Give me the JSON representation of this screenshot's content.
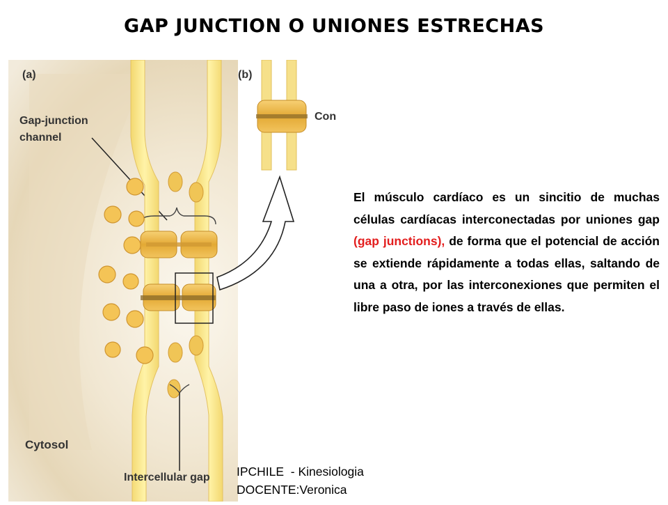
{
  "title": "GAP JUNCTION O UNIONES ESTRECHAS",
  "figure": {
    "panel_a": "(a)",
    "panel_b": "(b)",
    "gap_junction_line1": "Gap-junction",
    "gap_junction_line2": "channel",
    "connexon": "Connexon",
    "cytosol": "Cytosol",
    "intercellular_gap": "Intercellular gap"
  },
  "paragraph": {
    "part1": "El músculo cardíaco es un sincitio de muchas células cardíacas interconectadas por uniones gap ",
    "highlight": "(gap junctions),",
    "part2": " de forma que el potencial de acción se extiende  rápidamente a todas ellas, saltando de una a otra,  por las interconexiones que permiten el libre paso de iones a través de ellas."
  },
  "footer": {
    "line1": "IPCHILE  - Kinesiologia",
    "line2": "DOCENTE:Veronica"
  },
  "colors": {
    "highlight": "#e31e1e",
    "membrane": "#f6e58c",
    "membrane_edge": "#e6c65c",
    "connexon": "#e9b73a",
    "background_fade": "#e9dcc1"
  }
}
